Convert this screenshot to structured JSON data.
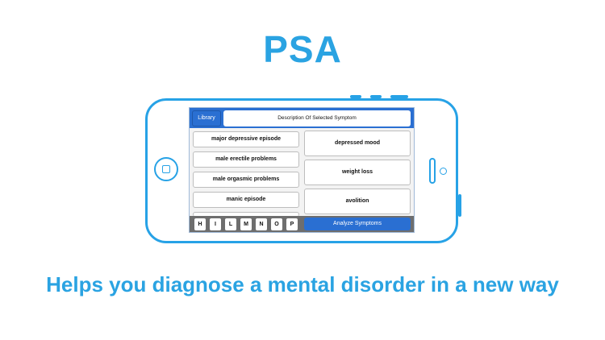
{
  "app": {
    "title": "PSA",
    "tagline": "Helps you diagnose a mental disorder in a new way"
  },
  "colors": {
    "brand": "#2aa3e2",
    "toolbar": "#2a6fd2",
    "bottombar": "#6e6e6e"
  },
  "screen": {
    "library_label": "Library",
    "description_label": "Description Of Selected Symptom",
    "left_items": [
      "major depressive episode",
      "male erectile problems",
      "male orgasmic problems",
      "manic episode"
    ],
    "right_items": [
      "depressed mood",
      "weight loss",
      "avolition"
    ],
    "letters": [
      "H",
      "I",
      "L",
      "M",
      "N",
      "O",
      "P"
    ],
    "analyze_label": "Analyze Symptoms"
  }
}
